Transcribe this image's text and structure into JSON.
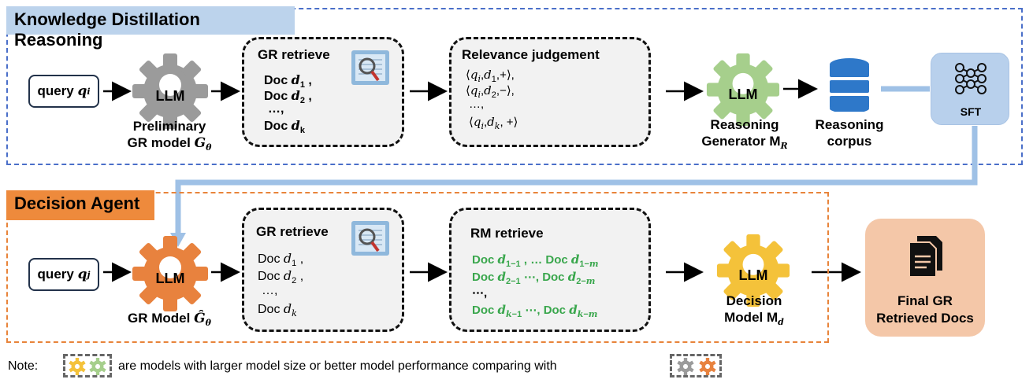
{
  "kd": {
    "title": "Knowledge Distillation Reasoning",
    "query_label": "query",
    "query_var": "q",
    "query_sub": "i",
    "gear_text": "LLM",
    "prelim_line1": "Preliminary",
    "prelim_line2": "GR model ",
    "prelim_var": "G",
    "prelim_sub": "θ",
    "gr_title": "GR retrieve",
    "docs": [
      {
        "pre": "Doc ",
        "var": "d",
        "sub": "1",
        "post": " ,"
      },
      {
        "pre": "Doc ",
        "var": "d",
        "sub": "2",
        "post": " ,"
      },
      {
        "pre": "…,",
        "var": "",
        "sub": "",
        "post": ""
      },
      {
        "pre": "Doc ",
        "var": "d",
        "sub": "k",
        "post": ""
      }
    ],
    "rel_title": "Relevance judgement",
    "judgements": [
      "⟨qi,d1,+⟩,",
      "⟨qi,d2,−⟩,",
      "…,",
      "⟨qi,dk,+⟩"
    ],
    "reasoning_line1": "Reasoning",
    "reasoning_line2": "Generator ",
    "reasoning_var": "M",
    "reasoning_sub": "R",
    "corpus_line1": "Reasoning",
    "corpus_line2": "corpus",
    "sft_label": "SFT"
  },
  "da": {
    "title": "Decision Agent",
    "query_label": "query",
    "query_var": "q",
    "query_sub": "j",
    "gear_text": "LLM",
    "gr_model_label": "GR Model ",
    "gr_model_var": "Ĝ",
    "gr_model_sub": "θ",
    "gr_title": "GR retrieve",
    "docs": [
      {
        "pre": "Doc ",
        "var": "d",
        "sub": "1",
        "post": " ,"
      },
      {
        "pre": "Doc ",
        "var": "d",
        "sub": "2",
        "post": " ,"
      },
      {
        "pre": "…,",
        "var": "",
        "sub": "",
        "post": ""
      },
      {
        "pre": "Doc ",
        "var": "d",
        "sub": "k",
        "post": ""
      }
    ],
    "rm_title": "RM retrieve",
    "rm_lines": [
      "Doc d1−1 , … Doc d1−m",
      "Doc d2−1 ⋯, Doc d2−m",
      "⋯,",
      "Doc dk−1 ⋯, Doc dk−m"
    ],
    "decision_line1": "Decision",
    "decision_line2": "Model ",
    "decision_var": "M",
    "decision_sub": "d",
    "final_line1": "Final GR",
    "final_line2": "Retrieved Docs"
  },
  "note": {
    "prefix": "Note:",
    "text": "are models with larger model size or better model performance comparing with"
  },
  "colors": {
    "blue_dash": "#4a6fc9",
    "orange_dash": "#e8843a",
    "kd_tag_bg": "#bcd3ec",
    "da_tag_bg": "#ee8a3c",
    "gray_gear": "#9b9b9b",
    "green_gear": "#a6cf8c",
    "orange_gear": "#e8823e",
    "yellow_gear": "#f4c23a",
    "sft_bg": "#b8d0ec",
    "final_bg": "#f4c7a8",
    "db_blue": "#2e78c9"
  }
}
